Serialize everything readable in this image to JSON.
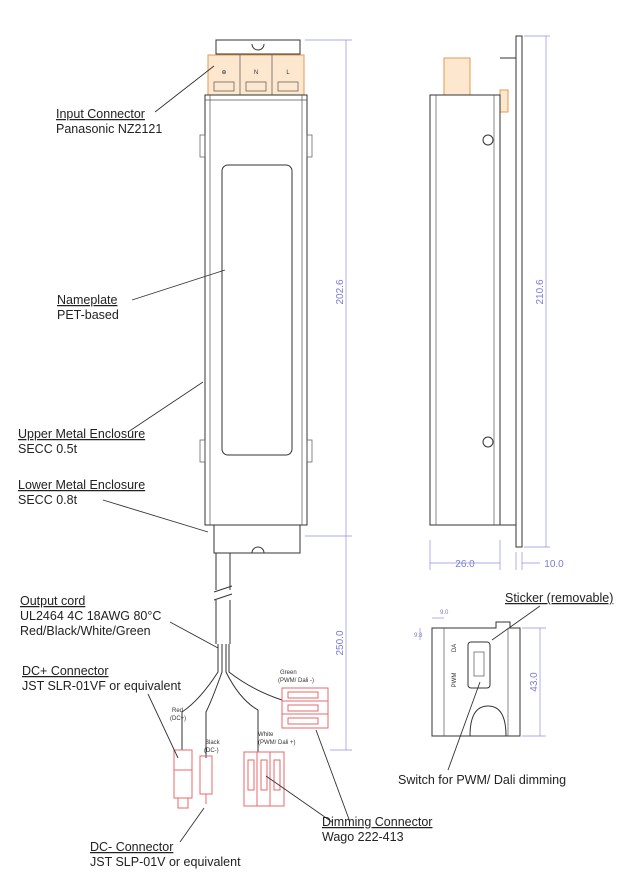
{
  "callouts": {
    "input_connector": {
      "title": "Input Connector",
      "desc": "Panasonic NZ2121"
    },
    "nameplate": {
      "title": "Nameplate",
      "desc": "PET-based"
    },
    "upper_enclosure": {
      "title": "Upper Metal Enclosure",
      "desc": "SECC 0.5t"
    },
    "lower_enclosure": {
      "title": "Lower Metal Enclosure",
      "desc": "SECC 0.8t"
    },
    "output_cord": {
      "title": "Output cord",
      "line1": "UL2464 4C 18AWG 80°C",
      "line2": "Red/Black/White/Green"
    },
    "dc_plus": {
      "title": "DC+ Connector",
      "desc": "JST SLR-01VF or equivalent"
    },
    "dc_minus": {
      "title": "DC- Connector",
      "desc": "JST SLP-01V or equivalent"
    },
    "dimming": {
      "title": "Dimming Connector",
      "desc": "Wago 222-413"
    },
    "sticker": {
      "title": "Sticker (removable)"
    },
    "switch": {
      "title": "Switch for PWM/ Dali dimming"
    }
  },
  "terminals": {
    "t1": "⊕",
    "t2": "N",
    "t3": "L"
  },
  "dimensions": {
    "front_height": "202.6",
    "side_height": "210.6",
    "cord_length": "250.0",
    "side_depth": "26.0",
    "flange": "10.0",
    "end_height": "43.0",
    "end_small_top": "9.0",
    "end_small_side": "9.8"
  },
  "wire_labels": {
    "red_1": "Red",
    "red_2": "(DC+)",
    "black_1": "Black",
    "black_2": "(DC-)",
    "white_1": "White",
    "white_2": "(PWM/ Dali +)",
    "green_1": "Green",
    "green_2": "(PWM/ Dali -)"
  },
  "switch_labels": {
    "dali": "DA",
    "pwm": "PWM"
  }
}
